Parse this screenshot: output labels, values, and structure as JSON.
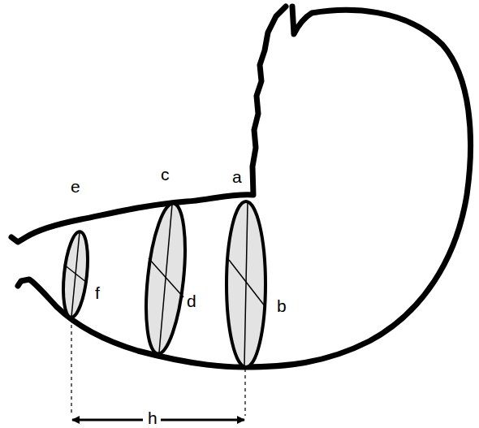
{
  "diagram": {
    "labels": [
      "a",
      "b",
      "c",
      "d",
      "e",
      "f",
      "h"
    ]
  }
}
